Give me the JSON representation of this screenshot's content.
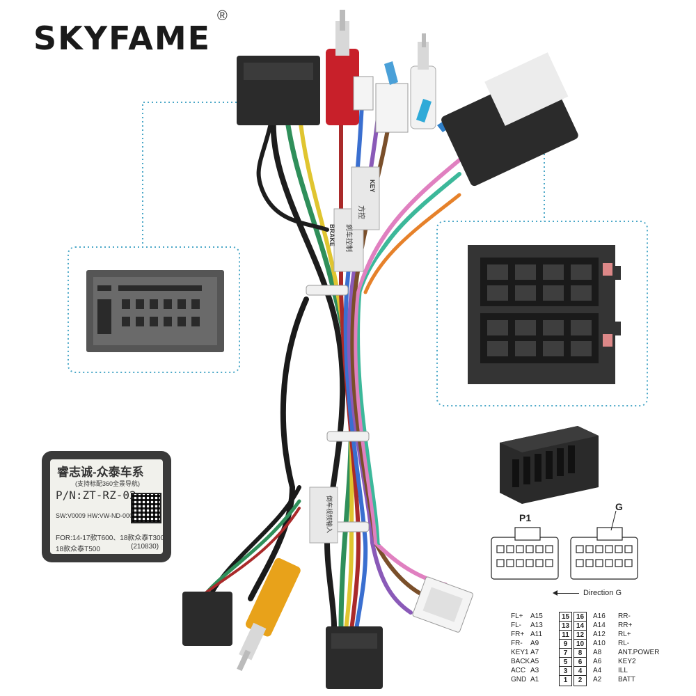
{
  "brand": {
    "logo_text": "SKYFAME",
    "registered_mark": "®"
  },
  "module_label": {
    "line1": "睿志诚-众泰车系",
    "line2": "(支持标配360全景导航)",
    "line3": "P/N:ZT-RZ-02",
    "line4": "SW:V0009 HW:VW-ND-0007",
    "line5": "FOR:14-17款T600、18款众泰T300",
    "line6": "18款众泰T500",
    "line7": "(210830)"
  },
  "wire_tags": {
    "brake": "BRAKE",
    "brake_cn": "刹车控制",
    "key": "KEY",
    "key_cn": "方控",
    "camera_cn": "倒车视频输入"
  },
  "connector_labels": {
    "p1": "P1",
    "g": "G",
    "direction": "Direction G"
  },
  "pinout": [
    {
      "left": "FL+",
      "lpin": "A15",
      "a": "15",
      "b": "16",
      "rpin": "A16",
      "right": "RR-"
    },
    {
      "left": "FL-",
      "lpin": "A13",
      "a": "13",
      "b": "14",
      "rpin": "A14",
      "right": "RR+"
    },
    {
      "left": "FR+",
      "lpin": "A11",
      "a": "11",
      "b": "12",
      "rpin": "A12",
      "right": "RL+"
    },
    {
      "left": "FR-",
      "lpin": "A9",
      "a": "9",
      "b": "10",
      "rpin": "A10",
      "right": "RL-"
    },
    {
      "left": "KEY1",
      "lpin": "A7",
      "a": "7",
      "b": "8",
      "rpin": "A8",
      "right": "ANT.POWER"
    },
    {
      "left": "BACK",
      "lpin": "A5",
      "a": "5",
      "b": "6",
      "rpin": "A6",
      "right": "KEY2"
    },
    {
      "left": "ACC",
      "lpin": "A3",
      "a": "3",
      "b": "4",
      "rpin": "A4",
      "right": "ILL"
    },
    {
      "left": "GND",
      "lpin": "A1",
      "a": "1",
      "b": "2",
      "rpin": "A2",
      "right": "BATT"
    }
  ],
  "colors": {
    "accent_dotted": "#4aa7c7",
    "connector": "#2b2b2b",
    "rca_red": "#c8202a",
    "rca_yellow": "#e8a21a"
  }
}
